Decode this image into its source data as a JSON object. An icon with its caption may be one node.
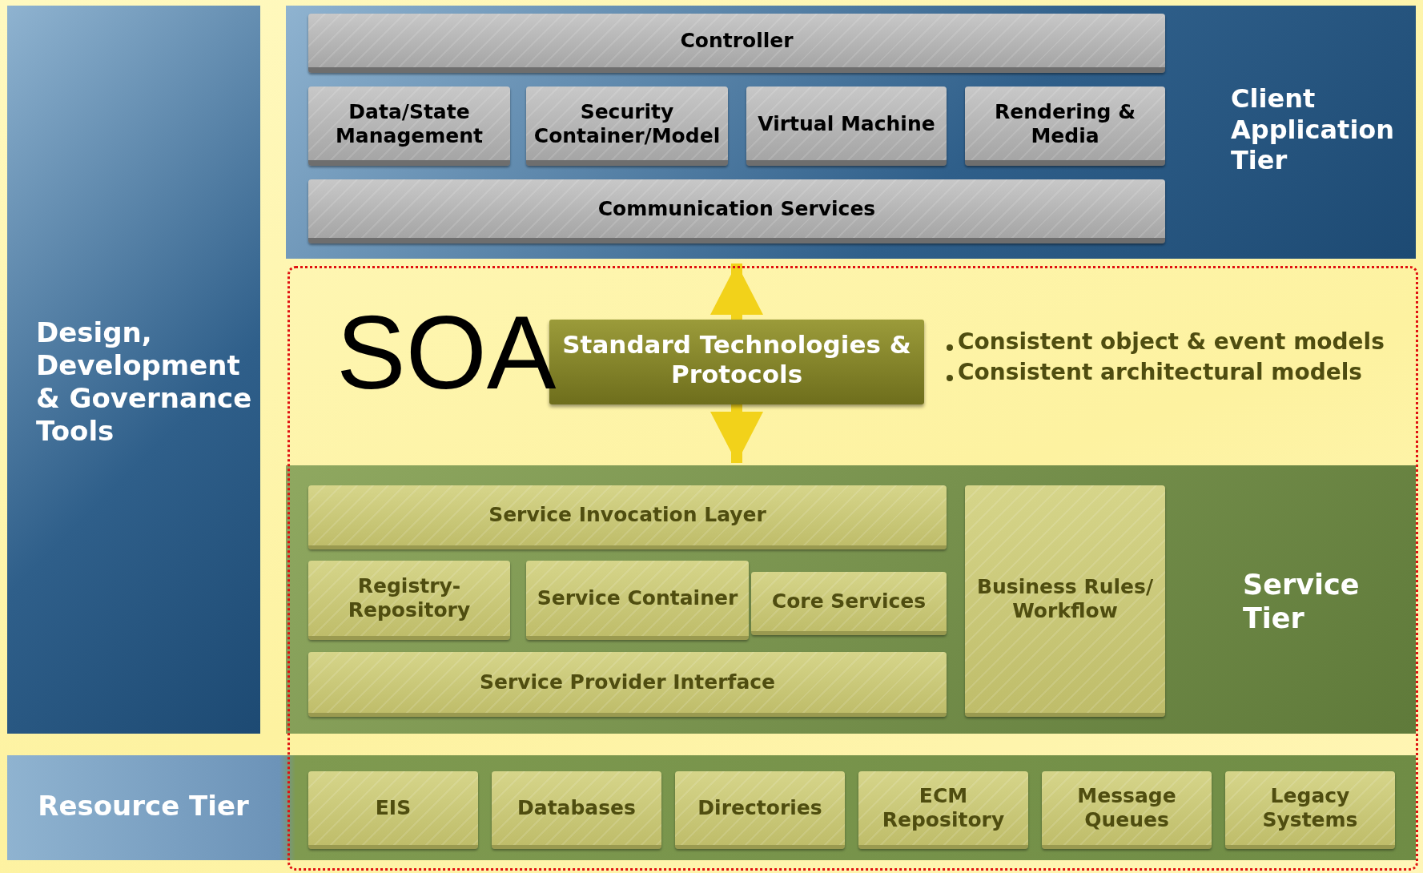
{
  "diagram": {
    "nodes": [
      {
        "text": [
          "Design, Development & Governance Tools"
        ]
      },
      {
        "text": [
          "Client Application Tier"
        ]
      },
      {
        "text": [
          "Controller"
        ],
        "in": 1
      },
      {
        "text": [
          "Data/State Management"
        ],
        "in": 1
      },
      {
        "text": [
          "Security Container/Model"
        ],
        "in": 1
      },
      {
        "text": [
          "Virtual Machine"
        ],
        "in": 1
      },
      {
        "text": [
          "Rendering & Media"
        ],
        "in": 1
      },
      {
        "text": [
          "Communication Services"
        ],
        "in": 1
      },
      {
        "text": [
          "Standard Technologies & Protocols"
        ]
      },
      {
        "text": [
          "Service Tier"
        ]
      },
      {
        "text": [
          "Service Invocation Layer"
        ],
        "in": 9
      },
      {
        "text": [
          "Registry-Repository"
        ],
        "in": 9
      },
      {
        "text": [
          "Service Container"
        ],
        "in": 9
      },
      {
        "text": [
          "Core Services"
        ],
        "in": 9
      },
      {
        "text": [
          "Business Rules/ Workflow"
        ],
        "in": 9
      },
      {
        "text": [
          "Service Provider Interface"
        ],
        "in": 9
      },
      {
        "text": [
          "Resource Tier"
        ]
      },
      {
        "text": [
          "EIS"
        ],
        "in": 16
      },
      {
        "text": [
          "Databases"
        ],
        "in": 16
      },
      {
        "text": [
          "Directories"
        ],
        "in": 16
      },
      {
        "text": [
          "ECM Repository"
        ],
        "in": 16
      },
      {
        "text": [
          "Message Queues"
        ],
        "in": 16
      },
      {
        "text": [
          "Legacy Systems"
        ],
        "in": 16
      }
    ],
    "edges": [
      {
        "from": 8,
        "to": 1,
        "arrow": "to"
      },
      {
        "from": 8,
        "to": 9,
        "arrow": "to"
      }
    ],
    "labels": [
      "Consistent object & event models",
      "Consistent architectural models",
      "SOA"
    ]
  }
}
